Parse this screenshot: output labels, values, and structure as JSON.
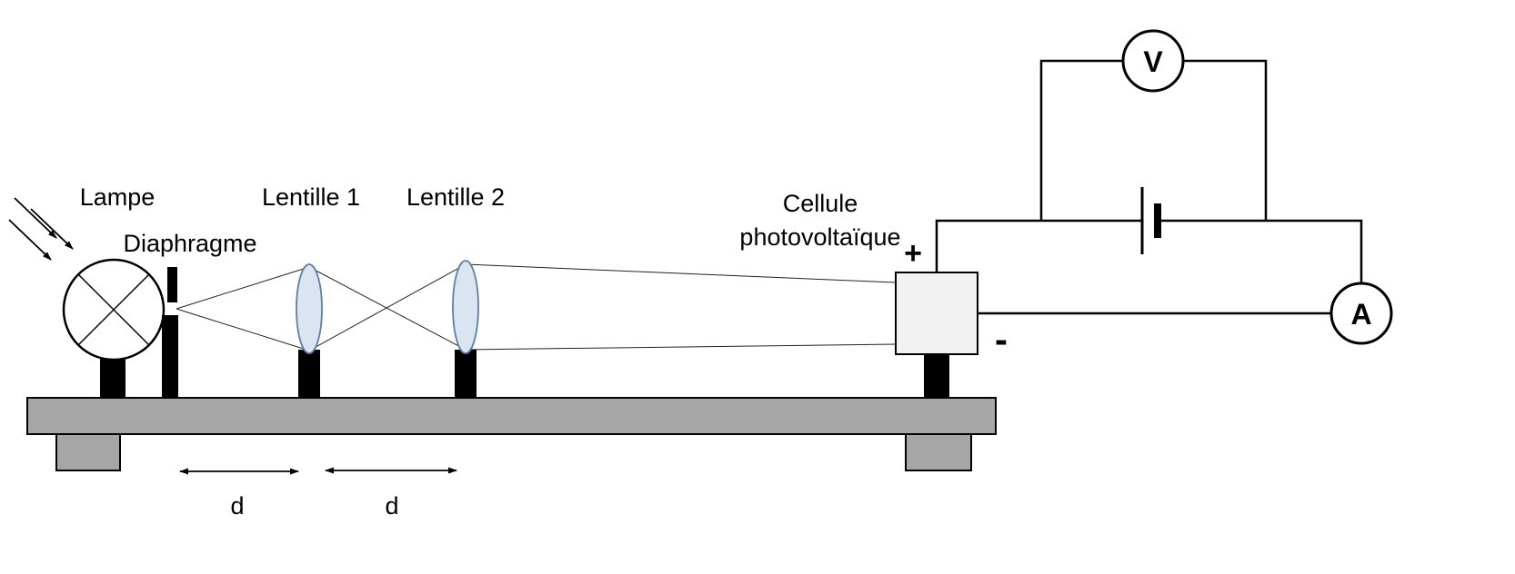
{
  "labels": {
    "lamp": "Lampe",
    "diaphragm": "Diaphragme",
    "lens1": "Lentille 1",
    "lens2": "Lentille 2",
    "cell_line1": "Cellule",
    "cell_line2": "photovoltaïque",
    "plus": "+",
    "minus": "-",
    "voltmeter": "V",
    "ammeter": "A",
    "distance1": "d",
    "distance2": "d"
  },
  "colors": {
    "bench": "#a6a6a6",
    "lens_fill": "#dbe5f1",
    "lens_stroke": "#5b7fa6",
    "cell_fill": "#f2f2f2",
    "wire": "#000000",
    "positive_wire": "#ff0000"
  }
}
